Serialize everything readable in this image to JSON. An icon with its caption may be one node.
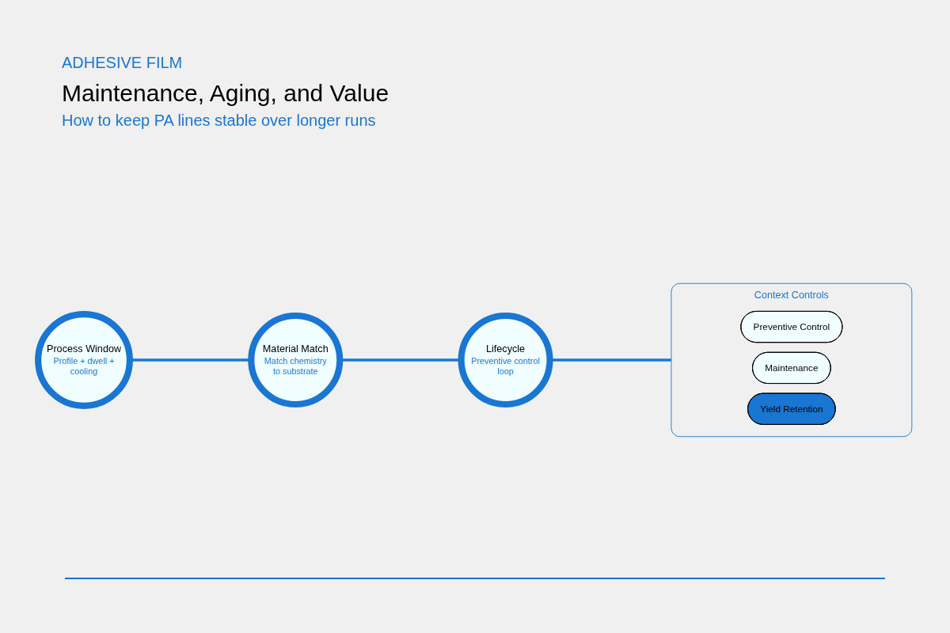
{
  "diagram": {
    "title": "Maintenance, Aging, and Value",
    "nodes": [
      {
        "text": [
          "Process Window",
          "Profile + dwell + cooling"
        ]
      },
      {
        "text": [
          "Material Match",
          "Match chemistry to substrate"
        ]
      },
      {
        "text": [
          "Lifecycle",
          "Preventive control loop"
        ]
      },
      {
        "text": [
          "Context Controls"
        ]
      },
      {
        "text": [
          "Preventive Control"
        ],
        "in": 3
      },
      {
        "text": [
          "Maintenance"
        ],
        "in": 3
      },
      {
        "text": [
          "Yield Retention"
        ],
        "in": 3
      }
    ],
    "edges": [
      {
        "from": 0,
        "to": 1,
        "arrow": "none"
      },
      {
        "from": 1,
        "to": 2,
        "arrow": "none"
      },
      {
        "from": 2,
        "to": 3,
        "arrow": "none"
      }
    ],
    "labels": [
      "ADHESIVE FILM",
      "How to keep PA lines stable over longer runs"
    ]
  }
}
